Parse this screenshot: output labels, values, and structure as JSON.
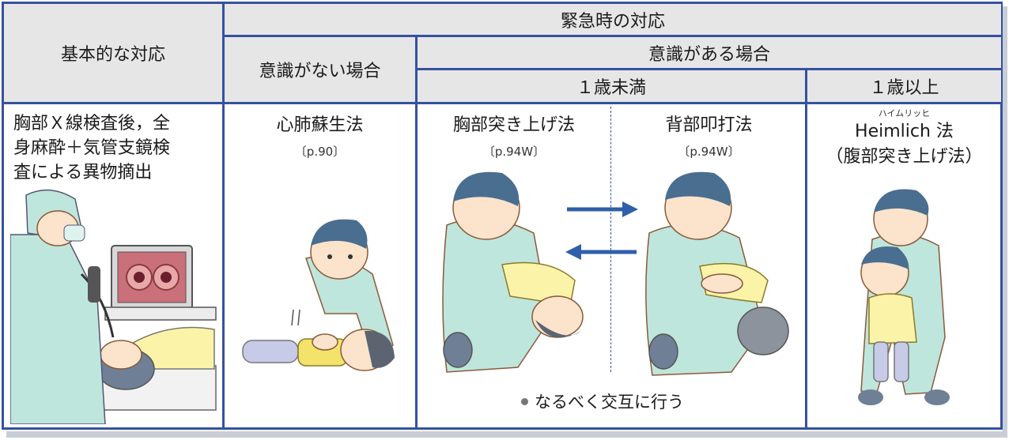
{
  "header": {
    "basic": "基本的な対応",
    "emergency": "緊急時の対応",
    "unconscious": "意識がない場合",
    "conscious": "意識がある場合",
    "under1": "１歳未満",
    "over1": "１歳以上"
  },
  "cells": {
    "basic_text_lines": [
      "胸部Ｘ線検査後，全",
      "身麻酔＋気管支鏡検",
      "査による異物摘出"
    ],
    "cpr_title": "心肺蘇生法",
    "cpr_ref": "〔p.90〕",
    "chest_thrust_title": "胸部突き上げ法",
    "chest_thrust_ref": "〔p.94W〕",
    "back_blow_title": "背部叩打法",
    "back_blow_ref": "〔p.94W〕",
    "heimlich_ruby": "ハイムリッヒ",
    "heimlich_title": "Heimlich 法",
    "heimlich_sub": "（腹部突き上げ法）",
    "alternate_note": "なるべく交互に行う"
  },
  "colors": {
    "border": "#3552a0",
    "header_bg": "#e6e6e6",
    "scrub": "#bfe6dc",
    "skin": "#fbe3cc",
    "hair": "#4a6e8f",
    "arrow": "#2f5fa8"
  }
}
